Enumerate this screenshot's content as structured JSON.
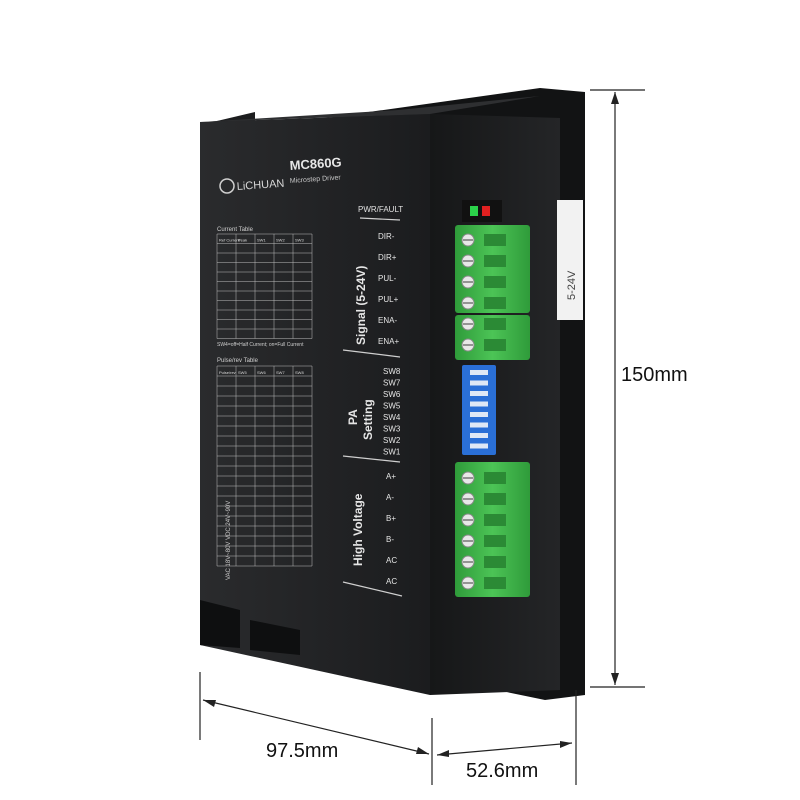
{
  "product": {
    "brand": "LiCHUAN",
    "model": "MC860G",
    "subtitle": "Microstep Driver",
    "side_label": "5-24V"
  },
  "tables": {
    "current_title": "Current Table",
    "current_headers": [
      "Ref Current",
      "Peak",
      "SW1",
      "SW2",
      "SW3"
    ],
    "current_note": "SW4=off=Half Current; on=Full Current",
    "pulse_title": "Pulse/rev Table",
    "pulse_headers": [
      "Pulse/rev",
      "SW5",
      "SW6",
      "SW7",
      "SW8"
    ],
    "power_note": "VAC 18V~80V  VDC 24V~90V"
  },
  "panel": {
    "pwr_fault": "PWR/FAULT",
    "signal_label": "Signal (5-24V)",
    "signal_pins": [
      "DIR-",
      "DIR+",
      "PUL-",
      "PUL+",
      "ENA-",
      "ENA+"
    ],
    "setting_label": "PA Setting",
    "switch_pins": [
      "SW8",
      "SW7",
      "SW6",
      "SW5",
      "SW4",
      "SW3",
      "SW2",
      "SW1"
    ],
    "power_label": "High Voltage",
    "power_pins": [
      "A+",
      "A-",
      "B+",
      "B-",
      "AC",
      "AC"
    ]
  },
  "dimensions": {
    "height": "150mm",
    "width": "97.5mm",
    "depth": "52.6mm"
  },
  "colors": {
    "body": "#1e1f21",
    "terminal": "#3fb54a",
    "dip_switch": "#2a6fd6",
    "led_green": "#2bd24a",
    "led_red": "#e02020"
  }
}
